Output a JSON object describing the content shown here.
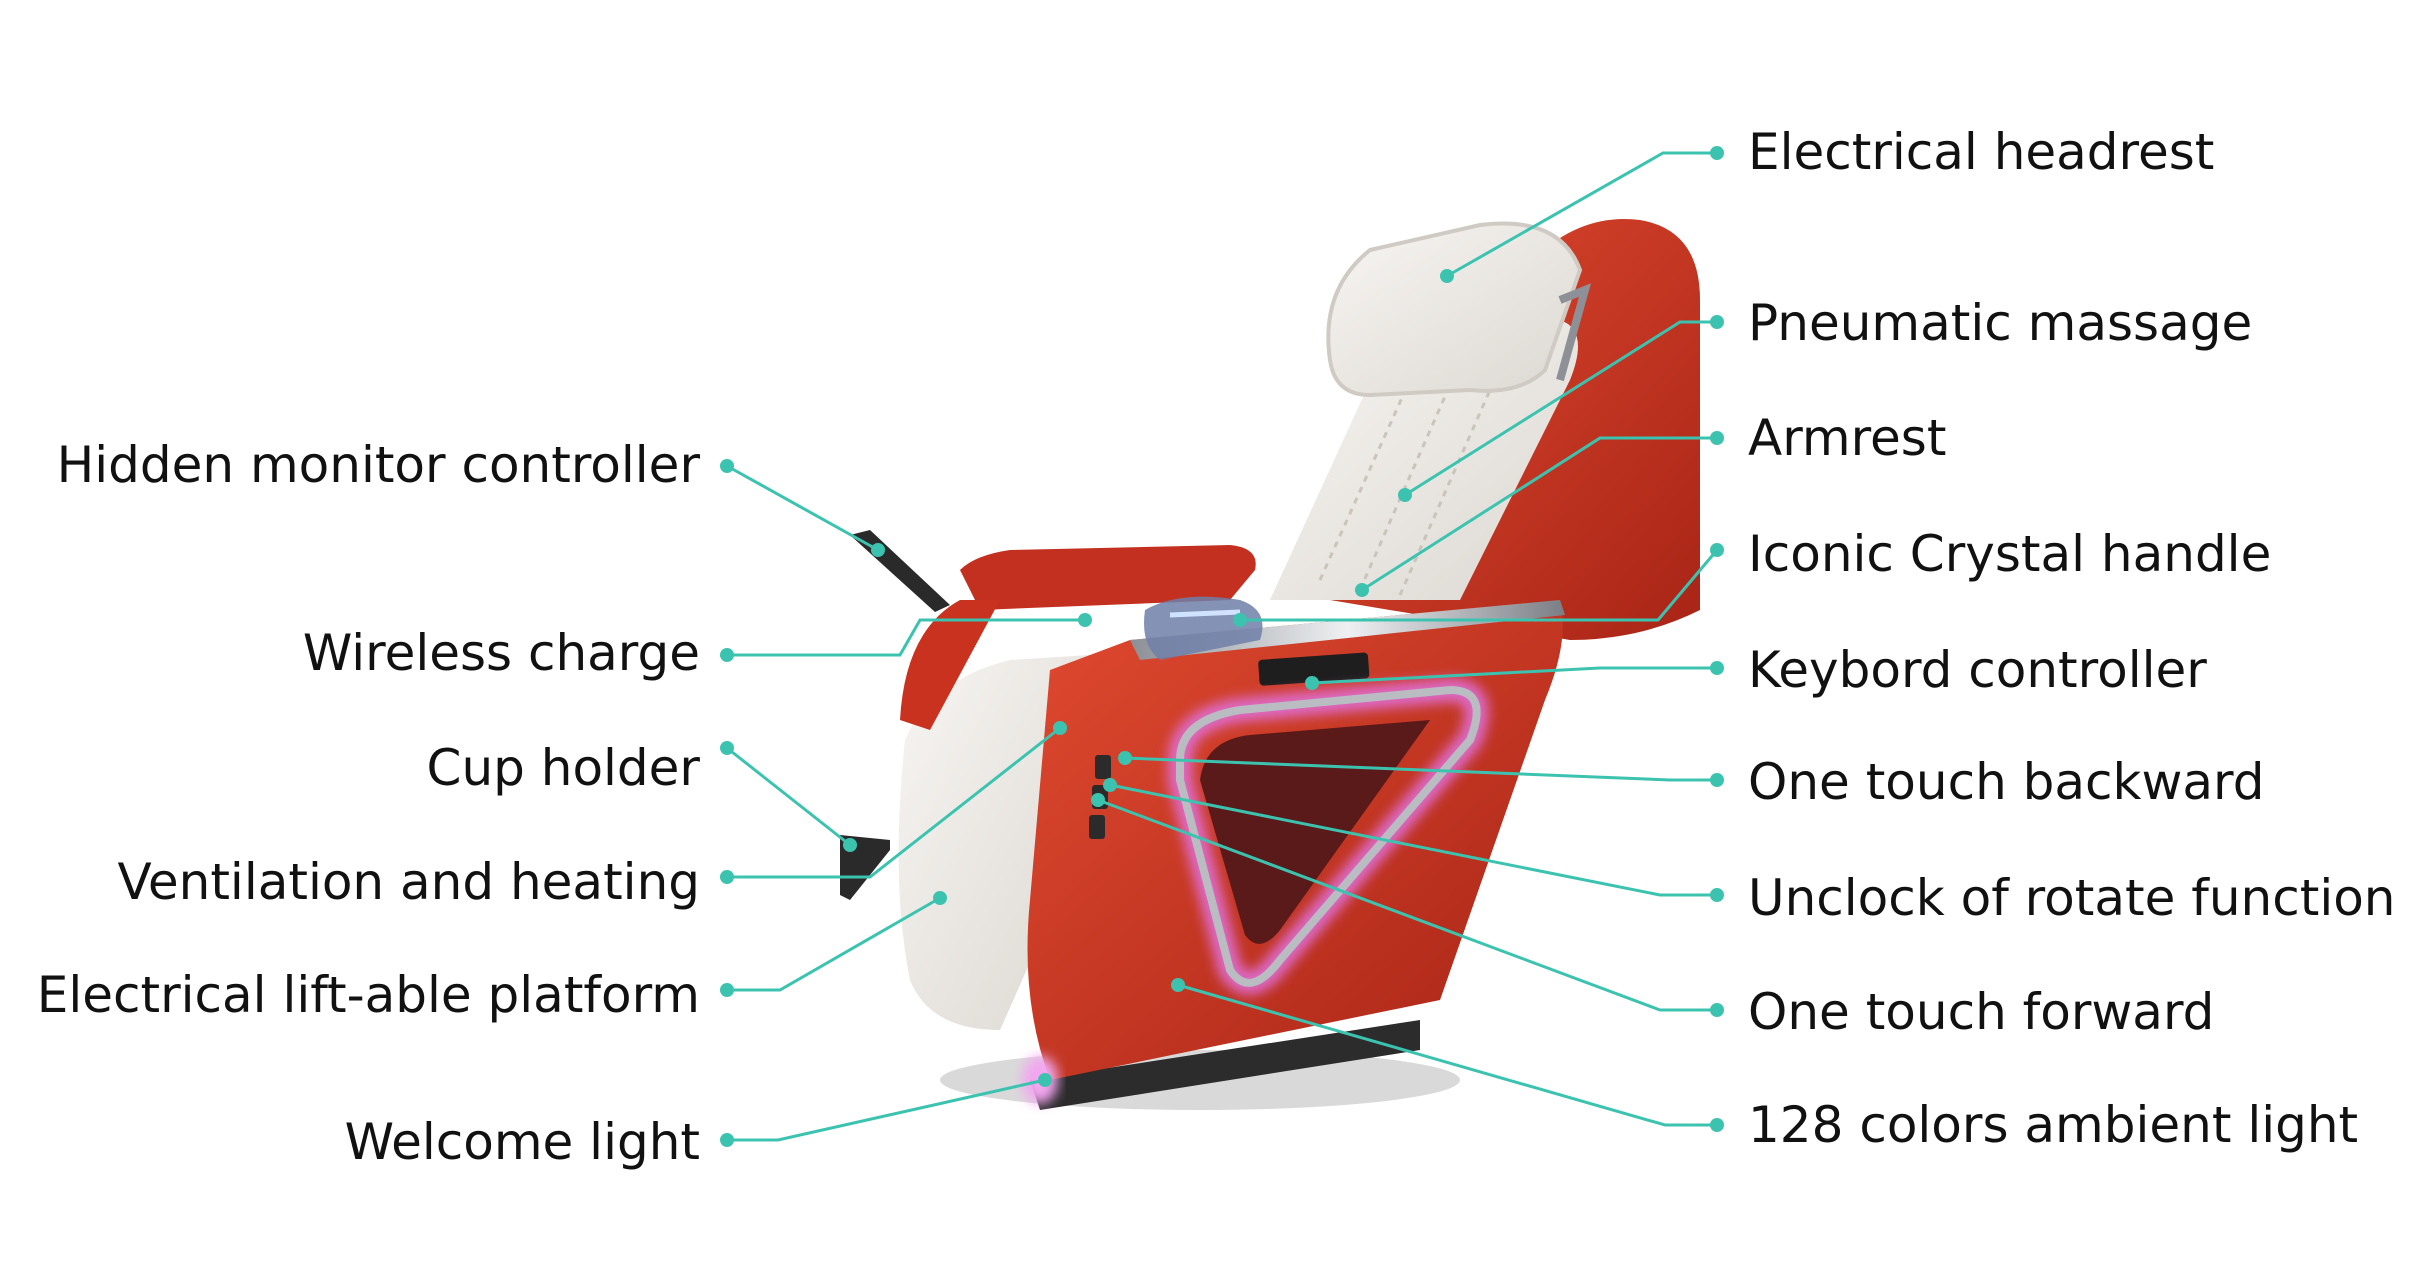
{
  "diagram": {
    "left_labels": [
      "Hidden monitor controller",
      "Wireless charge",
      "Cup holder",
      "Ventilation and heating",
      "Electrical lift-able platform",
      "Welcome light"
    ],
    "right_labels": [
      "Electrical headrest",
      "Pneumatic massage",
      "Armrest",
      "Iconic Crystal handle",
      "Keybord controller",
      "One touch backward",
      "Unclock of rotate function",
      "One touch forward",
      "128 colors ambient light"
    ],
    "colors": {
      "leader_line": "#3cc3b0",
      "seat_red": "#c8321f",
      "seat_cream": "#eeebe6",
      "ambient_light": "#e070d8",
      "chrome": "#b9bcc0"
    }
  }
}
